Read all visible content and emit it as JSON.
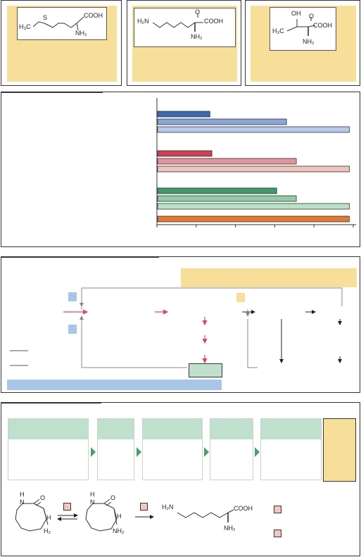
{
  "structures": {
    "methionine": {
      "s": "S",
      "h3c": "H₃C",
      "cooh": "COOH",
      "nh2": "NH₂"
    },
    "lysine": {
      "h2n": "H₂N",
      "o": "O",
      "cooh": "COOH",
      "nh2": "NH₂"
    },
    "threonine": {
      "oh": "OH",
      "h3c": "H₃C",
      "o": "O",
      "cooh": "COOH",
      "nh2": "NH₂"
    }
  },
  "chart_data": {
    "type": "bar",
    "groups": [
      {
        "series": [
          {
            "value": 27,
            "color": "#3d68b0"
          },
          {
            "value": 66,
            "color": "#8aa6d8"
          },
          {
            "value": 98,
            "color": "#b6c9ea"
          }
        ]
      },
      {
        "series": [
          {
            "value": 28,
            "color": "#cf3f57"
          },
          {
            "value": 71,
            "color": "#e2949d"
          },
          {
            "value": 98,
            "color": "#f1c4bc"
          }
        ]
      },
      {
        "series": [
          {
            "value": 61,
            "color": "#3f9a6c"
          },
          {
            "value": 71,
            "color": "#8fcca7"
          },
          {
            "value": 98,
            "color": "#b9e1c7"
          }
        ]
      },
      {
        "series": [
          {
            "value": 98,
            "color": "#e07a35"
          }
        ]
      }
    ],
    "xlim": [
      0,
      100
    ],
    "xticks": [
      0,
      20,
      40,
      60,
      80,
      100
    ],
    "grid": false
  },
  "flow": {
    "legend_colors": {
      "blue": "#a9c6e6",
      "tan": "#f7df9a",
      "pink": "#f4c6c0"
    }
  },
  "lactam": {
    "left": {
      "h": "H",
      "n": "N",
      "o": "O",
      "h_alpha": "H",
      "nh2": "H₂"
    },
    "mid": {
      "h": "H",
      "n": "N",
      "o": "O",
      "h_alpha": "H",
      "nh2": "NH₂"
    },
    "product": {
      "h2n": "H₂N",
      "cooh": "COOH",
      "nh2": "NH₂"
    }
  },
  "colors": {
    "cream": "#f7df9a",
    "green": "#bfe0cd",
    "green_light": "#d9eee0",
    "blue_bar": "#a9c6e6",
    "arrow_red": "#d24b5a",
    "arrow_green": "#4aa06c"
  }
}
